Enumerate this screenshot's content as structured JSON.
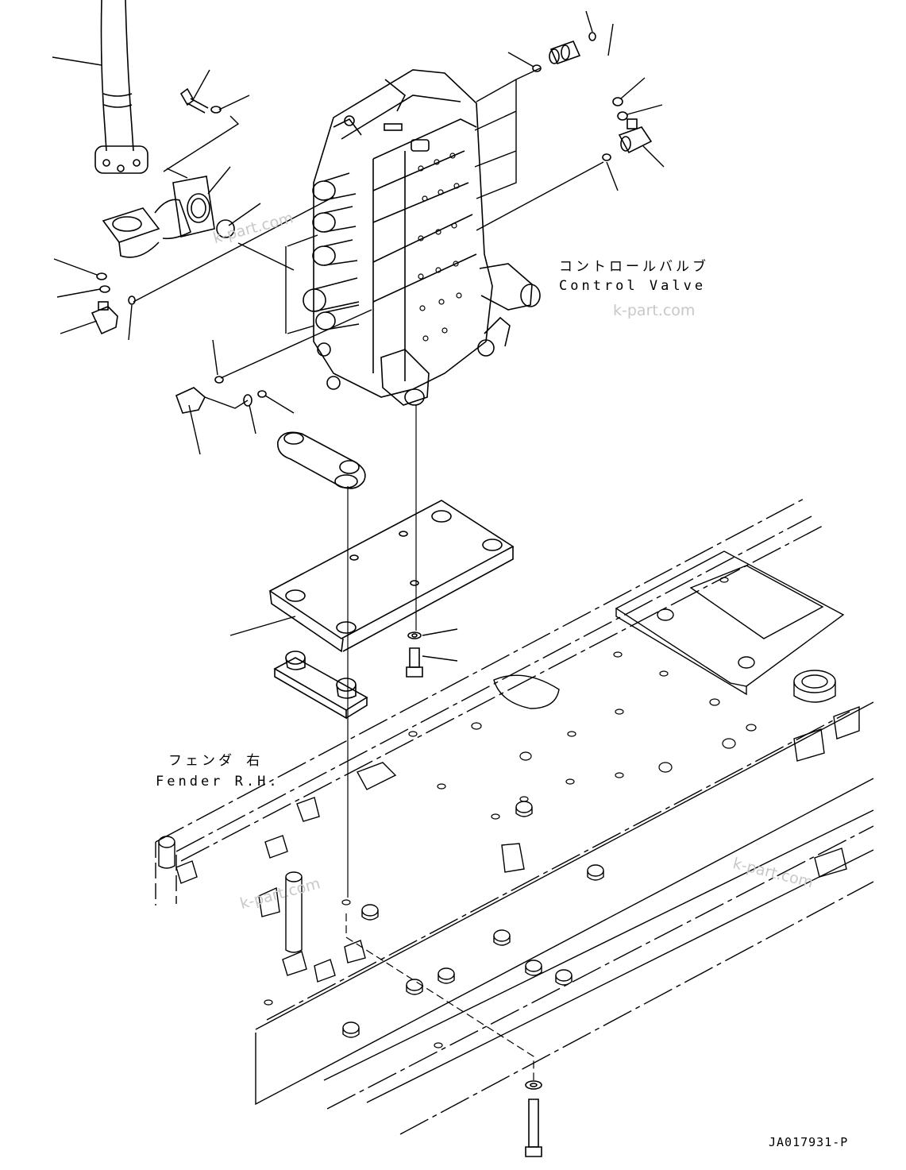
{
  "labels": {
    "control_valve_jp": "コントロールバルブ",
    "control_valve_en": "Control Valve",
    "fender_jp": "フェンダ 右",
    "fender_en": "Fender R.H.",
    "drawing_number": "JA017931-P"
  },
  "watermarks": [
    "k-part.com",
    "k-part.com",
    "k-part.com",
    "k-part.com"
  ]
}
